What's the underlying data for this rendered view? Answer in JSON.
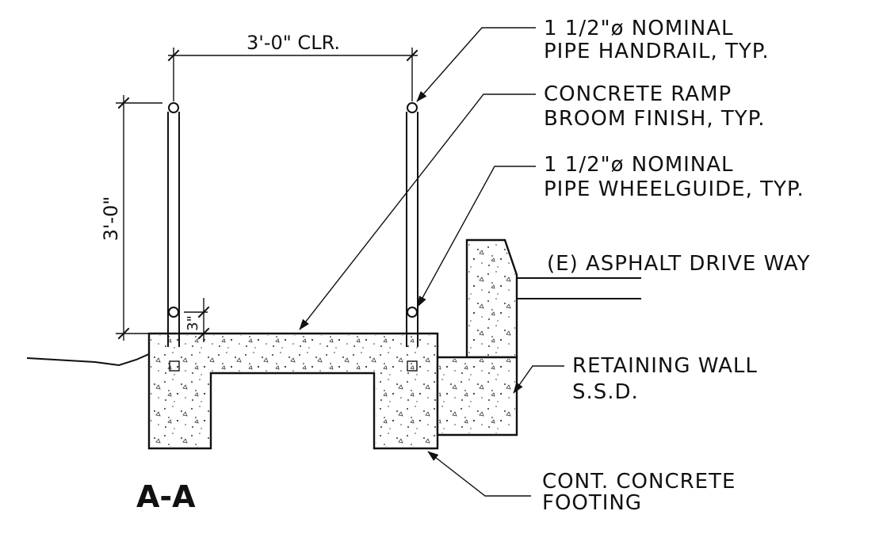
{
  "section": {
    "title": "A-A"
  },
  "dimensions": {
    "width_clear": "3'-0\" CLR.",
    "rail_height": "3'-0\"",
    "wheelguide_height": "3\""
  },
  "callouts": {
    "handrail": {
      "line1": "1  1/2\"ø  NOMINAL",
      "line2": "PIPE HANDRAIL, TYP."
    },
    "ramp": {
      "line1": "CONCRETE RAMP",
      "line2": "BROOM  FINISH, TYP."
    },
    "wheelguide": {
      "line1": "1  1/2\"ø  NOMINAL",
      "line2": "PIPE  WHEELGUIDE, TYP."
    },
    "asphalt": {
      "line1": "(E)  ASPHALT DRIVE WAY"
    },
    "retaining_wall": {
      "line1": "RETAINING WALL",
      "line2": "S.S.D."
    },
    "footing": {
      "line1": "CONT.  CONCRETE",
      "line2": "FOOTING"
    }
  }
}
